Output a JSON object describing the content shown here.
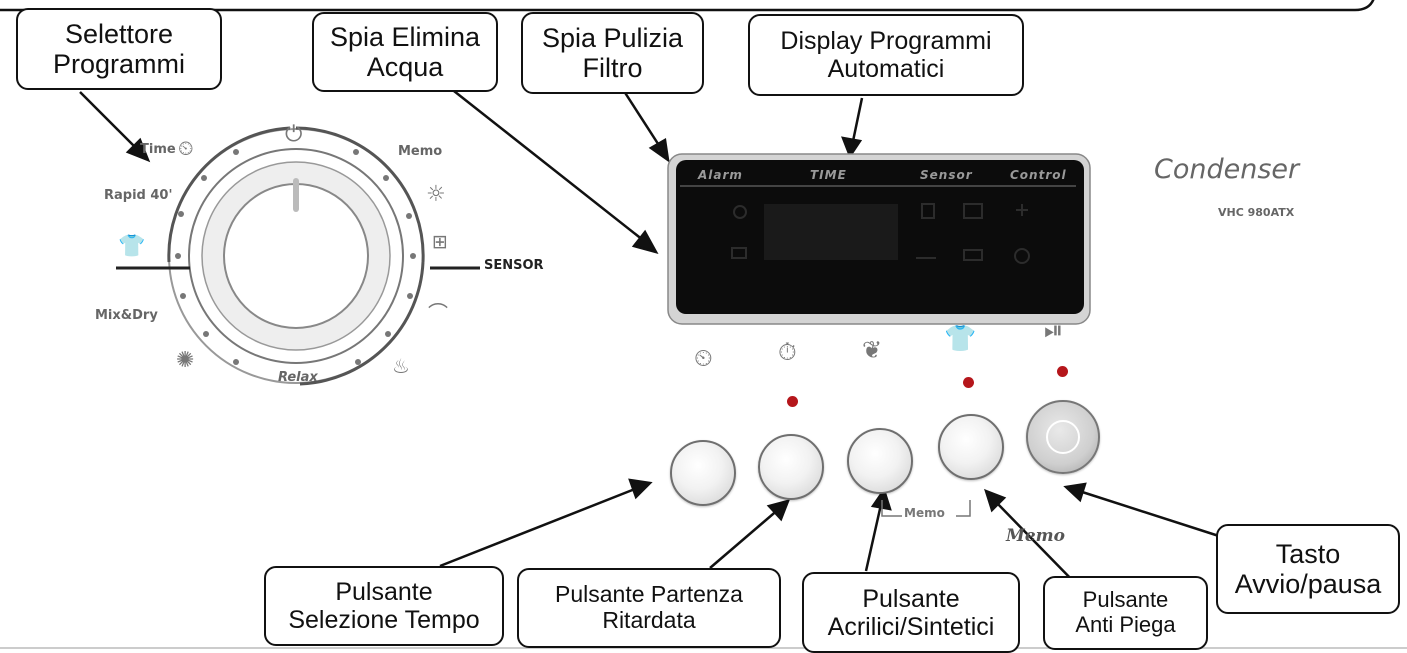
{
  "callouts": {
    "selector": [
      "Selettore",
      "Programmi"
    ],
    "water": [
      "Spia Elimina",
      "Acqua"
    ],
    "filter": [
      "Spia Pulizia",
      "Filtro"
    ],
    "display": [
      "Display Programmi",
      "Automatici"
    ],
    "time_btn": [
      "Pulsante",
      "Selezione Tempo"
    ],
    "delay_btn": [
      "Pulsante Partenza",
      "Ritardata"
    ],
    "synthetic_btn": [
      "Pulsante",
      "Acrilici/Sintetici"
    ],
    "antiwrinkle_btn": [
      "Pulsante",
      "Anti Piega"
    ],
    "start_btn": [
      "Tasto",
      "Avvio/pausa"
    ]
  },
  "dial": {
    "labels": {
      "time": "Time",
      "memo": "Memo",
      "rapid": "Rapid 40'",
      "sensor": "SENSOR",
      "mixdry": "Mix&Dry",
      "relax": "Relax"
    }
  },
  "panel": {
    "headers": [
      "Alarm",
      "TIME",
      "Sensor",
      "Control"
    ],
    "brand": "Condenser",
    "model": "VHC 980ATX",
    "memo_bracket": "Memo",
    "memo_script": "Memo"
  },
  "icons": {
    "power": "power-icon",
    "clock": "clock-icon",
    "delay": "delay-timer-icon",
    "feather": "synthetic-feather-icon",
    "shirt": "anti-crease-shirt-icon",
    "play_pause": "play-pause-icon"
  },
  "colors": {
    "led": "#b5161b",
    "display_bg": "#0c0c0c",
    "outline": "#111111"
  }
}
